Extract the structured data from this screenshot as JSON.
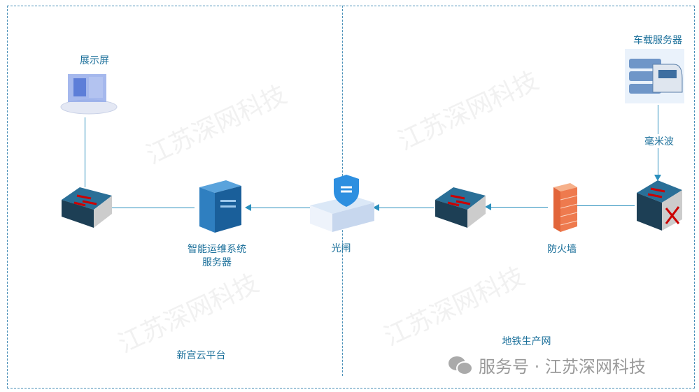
{
  "zones": {
    "left": "新宫云平台",
    "right": "地铁生产网"
  },
  "nodes": {
    "display": "展示屏",
    "ops_server": "智能运维系统\n服务器",
    "ops_server_l1": "智能运维系统",
    "ops_server_l2": "服务器",
    "gateway": "光闸",
    "firewall": "防火墙",
    "vehicle_server": "车载服务器"
  },
  "links": {
    "mmwave": "毫米波"
  },
  "watermark": "江苏深网科技",
  "footer": {
    "prefix": "服务号 · 江苏深网科技"
  },
  "colors": {
    "accent": "#2a8fbd",
    "label": "#1a6f9a"
  }
}
